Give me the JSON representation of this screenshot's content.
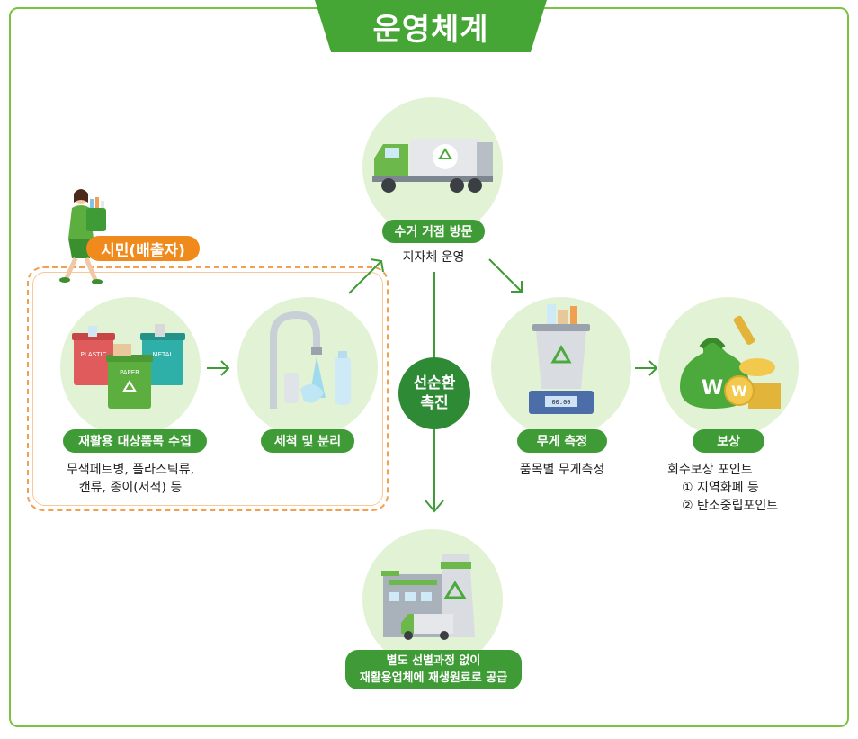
{
  "title": "운영체계",
  "citizen_label": "시민(배출자)",
  "center_label": {
    "line1": "선순환",
    "line2": "촉진"
  },
  "steps": {
    "collect": {
      "label": "재활용 대상품목 수집",
      "desc_line1": "무색페트병, 플라스틱류,",
      "desc_line2": "캔류, 종이(서적) 등",
      "bin_labels": [
        "PLASTIC",
        "PAPER",
        "METAL"
      ]
    },
    "wash": {
      "label": "세척 및 분리"
    },
    "pickup": {
      "label": "수거 거점 방문",
      "desc": "지자체 운영"
    },
    "weigh": {
      "label": "무게 측정",
      "desc": "품목별 무게측정",
      "scale_display": "00.00"
    },
    "reward": {
      "label": "보상",
      "desc_line1": "회수보상 포인트",
      "desc_line2": "① 지역화폐 등",
      "desc_line3": "② 탄소중립포인트",
      "coin_symbol": "W"
    },
    "supply": {
      "label_line1": "별도 선별과정 없이",
      "label_line2": "재활용업체에 재생원료로 공급"
    }
  },
  "colors": {
    "border": "#7cc242",
    "title_bg": "#45a535",
    "pill_green": "#3e9b36",
    "circle_bg": "#e2f2d4",
    "orange": "#f08a1c",
    "center_green": "#2f8a35"
  }
}
